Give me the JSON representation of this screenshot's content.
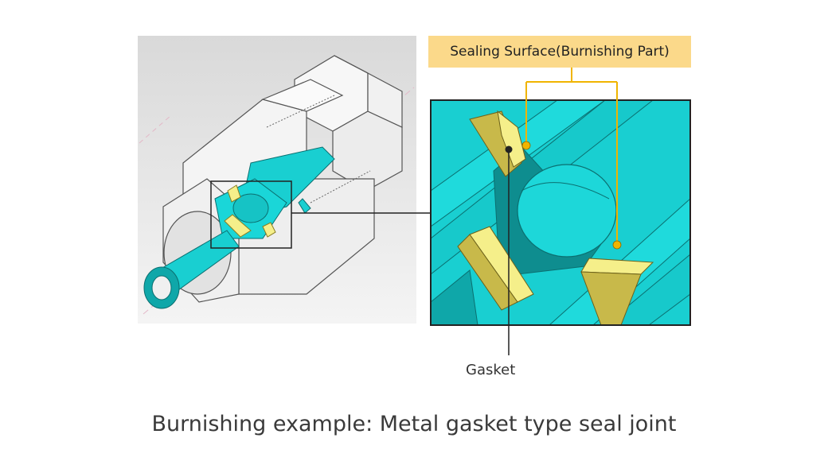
{
  "labels": {
    "sealing_surface": "Sealing Surface(Burnishing Part)",
    "gasket": "Gasket"
  },
  "caption": "Burnishing example: Metal gasket type seal joint",
  "colors": {
    "part_cyan": "#19cfd1",
    "part_cyan_dark": "#0fa7a9",
    "gasket_yellow": "#f5ef8a",
    "gasket_yellow_dark": "#b8a93a",
    "callout_box": "#fbd98a",
    "marker": "#f0b400",
    "housing": "#f4f4f4",
    "background_panel": "#e6e6e6"
  }
}
